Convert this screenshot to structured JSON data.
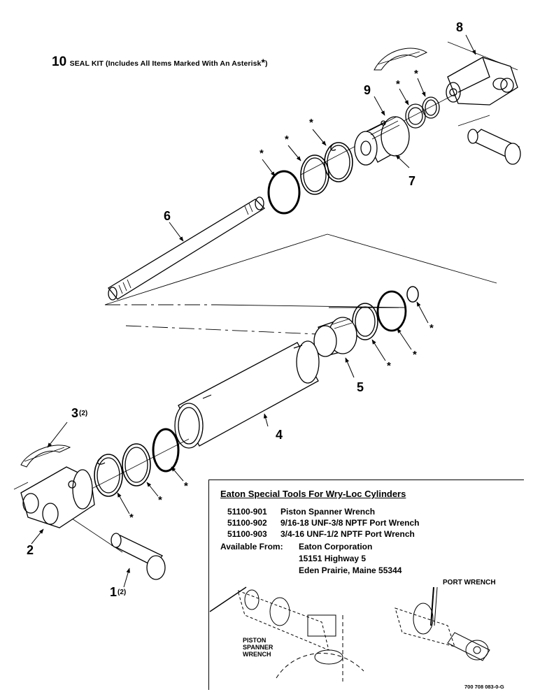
{
  "seal_kit": {
    "number": "10",
    "text": "SEAL KIT  (Includes All Items Marked With An Asterisk",
    "asterisk": "*",
    "close": ")"
  },
  "callouts": {
    "c1": "1",
    "c1q": "(2)",
    "c2": "2",
    "c3": "3",
    "c3q": "(2)",
    "c4": "4",
    "c5": "5",
    "c6": "6",
    "c7": "7",
    "c8": "8",
    "c9": "9",
    "asterisk": "*"
  },
  "tools_box": {
    "title": "Eaton Special Tools For Wry-Loc Cylinders",
    "tools": [
      {
        "part": "51100-901",
        "desc": "Piston Spanner Wrench"
      },
      {
        "part": "51100-902",
        "desc": "9/16-18 UNF-3/8 NPTF Port Wrench"
      },
      {
        "part": "51100-903",
        "desc": "3/4-16 UNF-1/2 NPTF Port Wrench"
      }
    ],
    "available_label": "Available From:",
    "address": [
      "Eaton Corporation",
      "15151 Highway 5",
      "Eden Prairie, Maine  55344"
    ],
    "port_wrench_label": "PORT WRENCH",
    "piston_wrench_label": [
      "PISTON",
      "SPANNER",
      "WRENCH"
    ]
  },
  "footer_code": "700 708 083-0-G"
}
